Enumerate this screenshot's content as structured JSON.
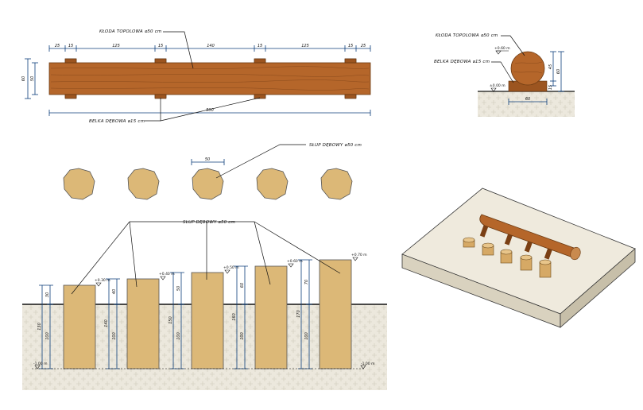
{
  "labels": {
    "log_top": "KŁODA TOPOLOWA ⌀50 cm",
    "beam_top": "BELKA DĘBOWA ⌀15 cm",
    "log_side": "KŁODA TOPOLOWA ⌀50 cm",
    "beam_side": "BELKA DĘBOWA ⌀15 cm",
    "post_plan": "SŁUP DĘBOWY ⌀50 cm",
    "post_elev": "SŁUP DĘBOWY ⌀50 cm"
  },
  "top_dims": {
    "segments": [
      "25",
      "15",
      "125",
      "15",
      "140",
      "15",
      "125",
      "15",
      "25"
    ],
    "total": "500",
    "height_outer": "60",
    "height_inner": "50"
  },
  "side_dims": {
    "width": "60",
    "h_total": "60",
    "h_log": "45",
    "h_beam": "15",
    "level_top": "+0.60 m",
    "level_base": "±0.00 m"
  },
  "plan_dims": {
    "diameter": "50"
  },
  "posts": [
    {
      "above": "30",
      "total": "130",
      "below": "100",
      "level": "+0.30 m"
    },
    {
      "above": "40",
      "total": "140",
      "below": "100",
      "level": "+0.40 m"
    },
    {
      "above": "50",
      "total": "150",
      "below": "100",
      "level": "+0.50 m"
    },
    {
      "above": "60",
      "total": "160",
      "below": "100",
      "level": "+0.60 m"
    },
    {
      "above": "70",
      "total": "170",
      "below": "100",
      "level": "+0.70 m"
    }
  ],
  "bottom_levels": {
    "left": "-1.00 m",
    "right": "-1.00 m"
  }
}
